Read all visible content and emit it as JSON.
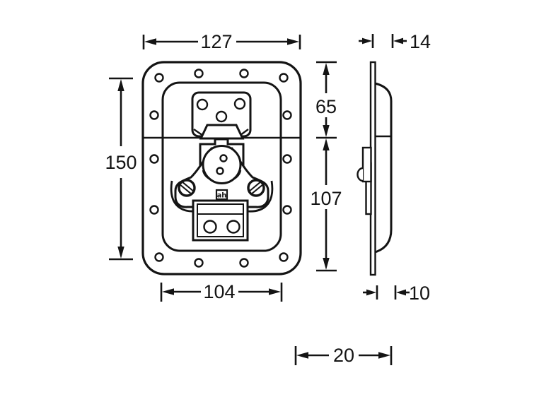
{
  "drawing": {
    "type": "technical-drawing",
    "subject": "recessed butterfly latch, front view and side profile"
  },
  "dimensions": {
    "front_overall_width": "127",
    "front_overall_height": "150",
    "front_top_section": "65",
    "front_bottom_section": "107",
    "front_recess_width": "104",
    "side_top_depth": "14",
    "side_bottom_depth": "10",
    "side_offset": "20"
  },
  "logo": {
    "text": "ah"
  },
  "colors": {
    "line": "#141414",
    "background": "#ffffff"
  }
}
